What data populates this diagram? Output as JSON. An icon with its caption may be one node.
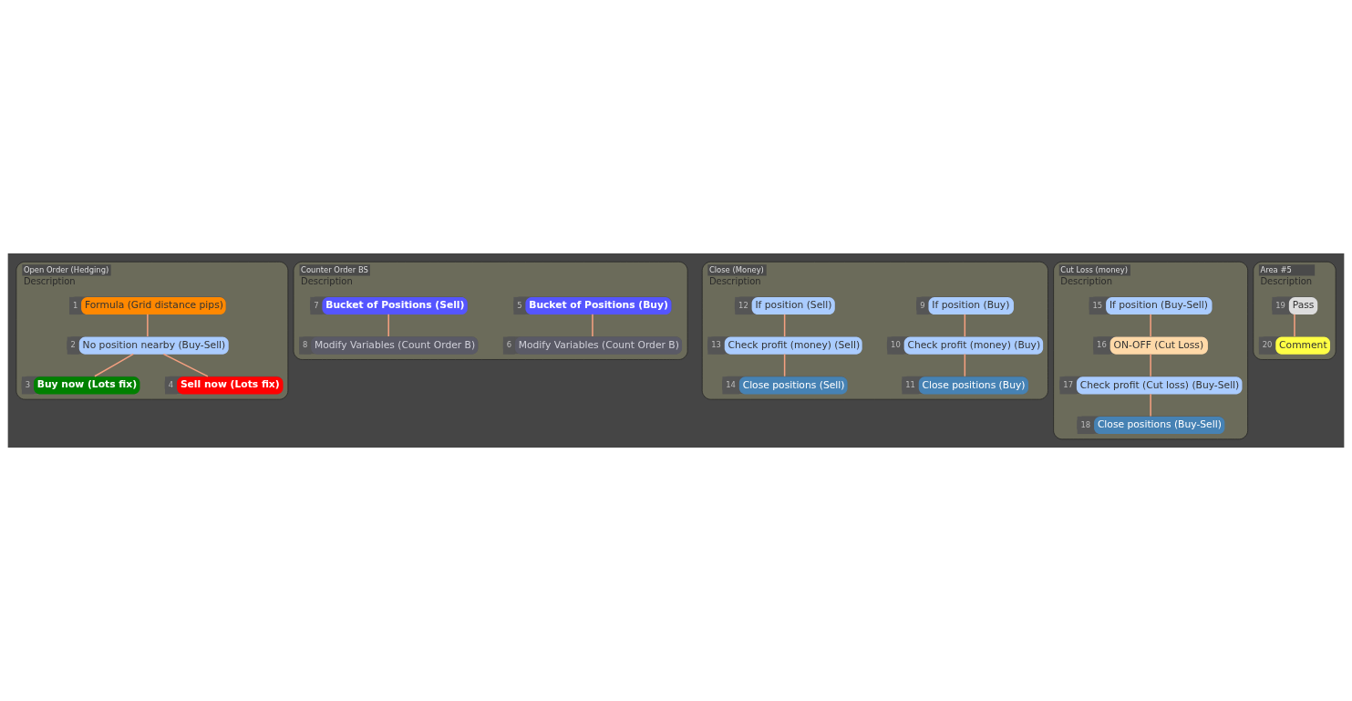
{
  "diagram": {
    "nodes": [
      {
        "text": [
          "Open Order (Hedging)",
          "Description"
        ]
      },
      {
        "text": [
          "1",
          "Formula (Grid distance pips)"
        ],
        "in": 0
      },
      {
        "text": [
          "2",
          "No position nearby (Buy-Sell)"
        ],
        "in": 0
      },
      {
        "text": [
          "3",
          "Buy now (Lots fix)"
        ],
        "in": 0
      },
      {
        "text": [
          "4",
          "Sell now (Lots fix)"
        ],
        "in": 0
      },
      {
        "text": [
          "Counter Order BS",
          "Description"
        ]
      },
      {
        "text": [
          "5",
          "Bucket of Positions (Buy)"
        ],
        "in": 5
      },
      {
        "text": [
          "6",
          "Modify Variables (Count Order B)"
        ],
        "in": 5
      },
      {
        "text": [
          "7",
          "Bucket of Positions (Sell)"
        ],
        "in": 5
      },
      {
        "text": [
          "8",
          "Modify Variables (Count Order B)"
        ],
        "in": 5
      },
      {
        "text": [
          "Close (Money)",
          "Description"
        ]
      },
      {
        "text": [
          "9",
          "If position (Buy)"
        ],
        "in": 10
      },
      {
        "text": [
          "10",
          "Check profit (money) (Buy)"
        ],
        "in": 10
      },
      {
        "text": [
          "11",
          "Close positions (Buy)"
        ],
        "in": 10
      },
      {
        "text": [
          "12",
          "If position (Sell)"
        ],
        "in": 10
      },
      {
        "text": [
          "13",
          "Check profit (money) (Sell)"
        ],
        "in": 10
      },
      {
        "text": [
          "14",
          "Close positions (Sell)"
        ],
        "in": 10
      },
      {
        "text": [
          "Cut Loss (money)",
          "Description"
        ]
      },
      {
        "text": [
          "15",
          "If position (Buy-Sell)"
        ],
        "in": 17
      },
      {
        "text": [
          "16",
          "ON-OFF (Cut Loss)"
        ],
        "in": 17
      },
      {
        "text": [
          "17",
          "Check profit (Cut loss) (Buy-Sell)"
        ],
        "in": 17
      },
      {
        "text": [
          "18",
          "Close positions (Buy-Sell)"
        ],
        "in": 17
      },
      {
        "text": [
          "Area #5",
          "Description"
        ]
      },
      {
        "text": [
          "19",
          "Pass"
        ],
        "in": 22
      },
      {
        "text": [
          "20",
          "Comment"
        ],
        "in": 22
      }
    ],
    "edges": [
      {
        "from": 1,
        "to": 2,
        "arrow": "none"
      },
      {
        "from": 2,
        "to": 3,
        "arrow": "none"
      },
      {
        "from": 2,
        "to": 4,
        "arrow": "none"
      },
      {
        "from": 6,
        "to": 7,
        "arrow": "none"
      },
      {
        "from": 8,
        "to": 9,
        "arrow": "none"
      },
      {
        "from": 11,
        "to": 12,
        "arrow": "none"
      },
      {
        "from": 12,
        "to": 13,
        "arrow": "none"
      },
      {
        "from": 14,
        "to": 15,
        "arrow": "none"
      },
      {
        "from": 15,
        "to": 16,
        "arrow": "none"
      },
      {
        "from": 18,
        "to": 19,
        "arrow": "none"
      },
      {
        "from": 19,
        "to": 20,
        "arrow": "none"
      },
      {
        "from": 20,
        "to": 21,
        "arrow": "none"
      },
      {
        "from": 23,
        "to": 24,
        "arrow": "none"
      }
    ]
  }
}
